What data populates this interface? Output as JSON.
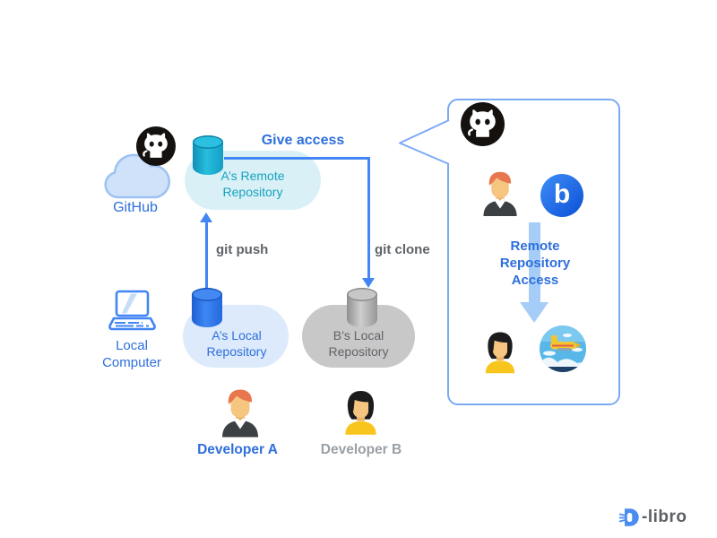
{
  "nodes": {
    "github": {
      "label": "GitHub"
    },
    "local_computer": {
      "label": "Local Computer"
    },
    "a_remote_repo": {
      "label": "A’s Remote Repository"
    },
    "a_local_repo": {
      "label": "A’s Local Repository"
    },
    "b_local_repo": {
      "label": "B’s Local Repository"
    },
    "developer_a": {
      "label": "Developer A"
    },
    "developer_b": {
      "label": "Developer B"
    }
  },
  "edges": {
    "give_access": {
      "label": "Give access"
    },
    "git_push": {
      "label": "git push"
    },
    "git_clone": {
      "label": "git clone"
    }
  },
  "panel": {
    "remote_access_label": "Remote Repository Access",
    "service_initial": "b"
  },
  "branding": {
    "logo_text": "-libro"
  },
  "icons": {
    "octocat": "github-octocat-mark",
    "cloud": "cloud-shape",
    "laptop": "local-computer",
    "database": "repository-cylinder",
    "man_avatar": "developer-a-person",
    "woman_avatar": "developer-b-person",
    "b_logo": "remote-service-b-logo",
    "plane_photo": "seaplane-photo-thumbnail"
  },
  "colors": {
    "blue_text": "#2e6fdb",
    "teal_text": "#17a2c0",
    "gray_text": "#9aa0a6",
    "dark_gray_text": "#5f6368",
    "arrow_blue": "#4285f4",
    "panel_border": "#7baaf5",
    "light_arrow": "#a6cdf8"
  }
}
